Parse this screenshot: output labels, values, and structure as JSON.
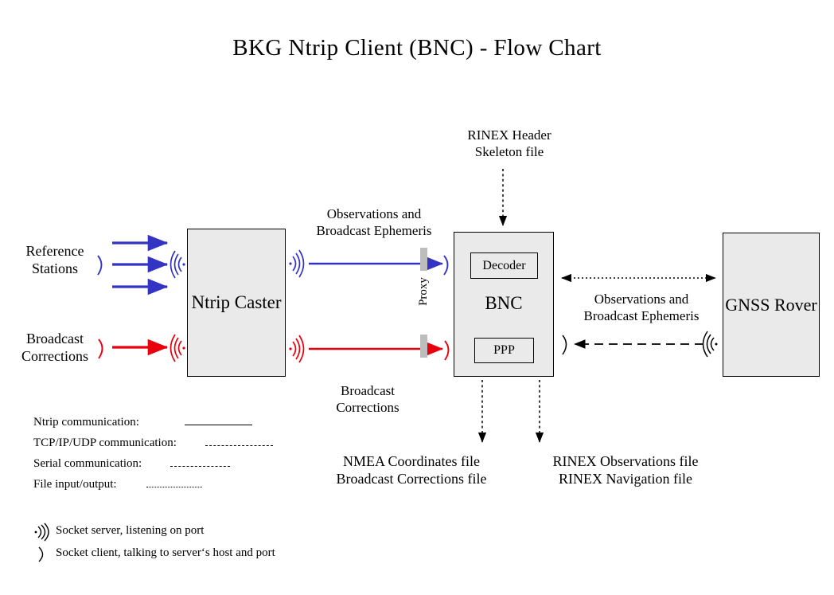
{
  "title": "BKG Ntrip Client (BNC)  -  Flow Chart",
  "nodes": {
    "ntrip_caster": "Ntrip\nCaster",
    "bnc": "BNC",
    "gnss_rover": "GNSS\nRover",
    "decoder": "Decoder",
    "ppp": "PPP",
    "proxy": "Proxy"
  },
  "labels": {
    "reference_stations": "Reference\nStations",
    "broadcast_corrections_in": "Broadcast\nCorrections",
    "observations_ephemeris_left": "Observations and\nBroadcast Ephemeris",
    "broadcast_corrections_mid": "Broadcast\nCorrections",
    "rinex_header_skeleton": "RINEX Header\nSkeleton file",
    "observations_ephemeris_right": "Observations and\nBroadcast Ephemeris",
    "nmea_outputs": "NMEA Coordinates file\nBroadcast Corrections file",
    "rinex_outputs": "RINEX Observations file\nRINEX Navigation file"
  },
  "legend": {
    "items": [
      {
        "label": "Ntrip communication:",
        "style": "solid"
      },
      {
        "label": "TCP/IP/UDP communication:",
        "style": "long-dash"
      },
      {
        "label": "Serial communication:",
        "style": "dash-dot"
      },
      {
        "label": "File input/output:",
        "style": "dotted"
      }
    ],
    "sockets": [
      {
        "glyph": "socket-server-icon",
        "label": "Socket server, listening on port"
      },
      {
        "glyph": "socket-client-icon",
        "label": "Socket client, talking to server‘s host and port"
      }
    ]
  },
  "colors": {
    "ntrip_blue": "#3333c4",
    "broadcast_red": "#e8000d",
    "box_fill": "#eaeaea",
    "box_border": "#000000",
    "proxy_bar": "#bdbdbd",
    "background": "#ffffff"
  }
}
